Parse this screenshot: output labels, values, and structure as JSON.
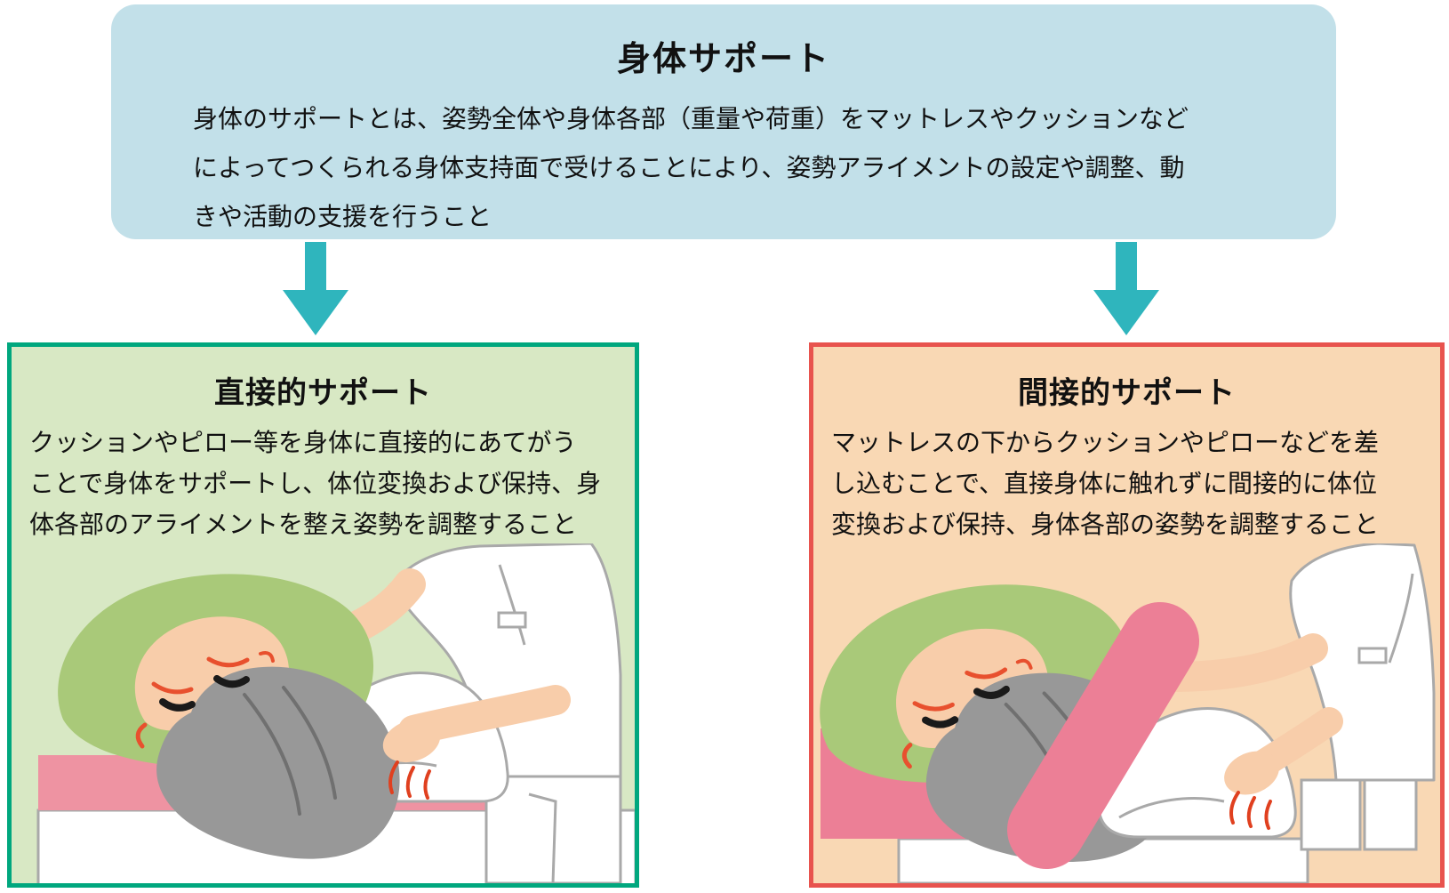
{
  "palette": {
    "top_box_bg": "#c2e0e9",
    "arrow": "#2fb5bd",
    "left_box_bg": "#d8e8c4",
    "left_box_border": "#00a77e",
    "right_box_bg": "#f9d8b4",
    "right_box_border": "#e8534e",
    "mattress_pink": "#ee93a2",
    "lifted_mattress_pink": "#ec7f96",
    "pillow_green": "#a9c979",
    "hair_gray": "#989898",
    "skin": "#f8cdaa",
    "accent_red": "#e8502e",
    "outline_gray": "#a9a9a9",
    "text": "#111111"
  },
  "top_box": {
    "title": "身体サポート",
    "body_lines": [
      "身体のサポートとは、姿勢全体や身体各部（重量や荷重）をマットレスやクッションなど",
      "によってつくられる身体支持面で受けることにより、姿勢アライメントの設定や調整、動",
      "きや活動の支援を行うこと"
    ]
  },
  "left_box": {
    "title": "直接的サポート",
    "body_lines": [
      "クッションやピロー等を身体に直接的にあてがう",
      "ことで身体をサポートし、体位変換および保持、身",
      "体各部のアライメントを整え姿勢を調整すること"
    ]
  },
  "right_box": {
    "title": "間接的サポート",
    "body_lines": [
      "マットレスの下からクッションやピローなどを差",
      "し込むことで、直接身体に触れずに間接的に体位",
      "変換および保持、身体各部の姿勢を調整すること"
    ]
  }
}
